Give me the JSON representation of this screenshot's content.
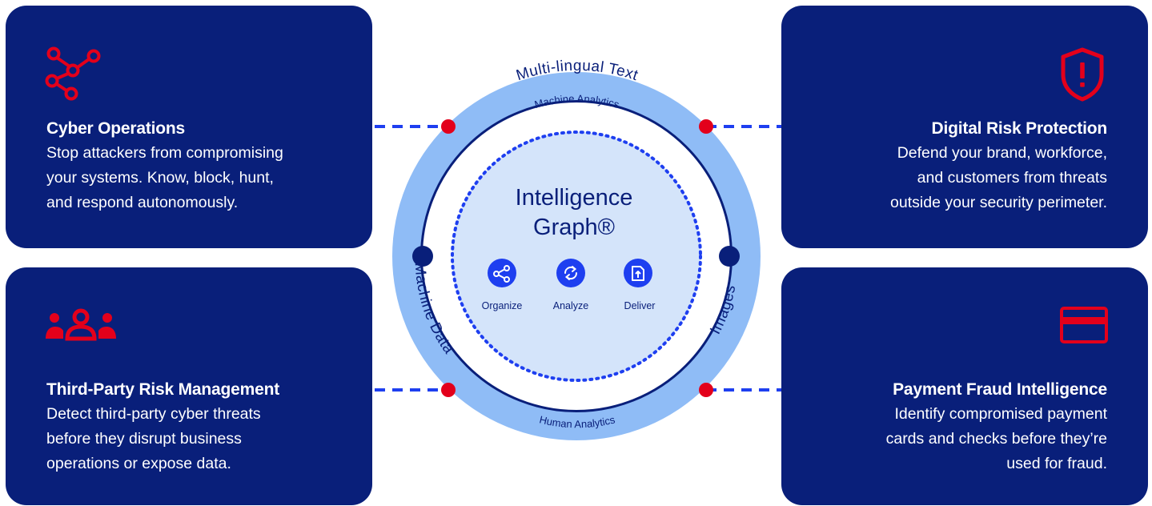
{
  "colors": {
    "card_bg": "#091f7a",
    "accent_red": "#e3001b",
    "outer_ring": "#8fbcf6",
    "inner_ring": "#d4e4fa",
    "navy": "#091f7a",
    "dash_blue": "#1e3ff0"
  },
  "cards": {
    "top_left": {
      "icon": "network-nodes-icon",
      "title": "Cyber Operations",
      "lines": [
        "Stop attackers from compromising",
        "your systems. Know, block, hunt,",
        "and respond autonomously."
      ]
    },
    "top_right": {
      "icon": "shield-alert-icon",
      "title": "Digital Risk Protection",
      "lines": [
        "Defend your brand, workforce,",
        "and customers from threats",
        "outside your security perimeter."
      ]
    },
    "bottom_left": {
      "icon": "people-group-icon",
      "title": "Third-Party Risk Management",
      "lines": [
        "Detect third-party cyber threats",
        "before they disrupt business",
        "operations or expose data."
      ]
    },
    "bottom_right": {
      "icon": "credit-card-icon",
      "title": "Payment Fraud Intelligence",
      "lines": [
        "Identify compromised payment",
        "cards and checks before they’re",
        "used for fraud."
      ]
    }
  },
  "ring": {
    "outer_top": "Multi-lingual Text",
    "outer_left": "Machine Data",
    "outer_right": "Images",
    "inner_top": "Machine Analytics",
    "inner_bottom": "Human Analytics"
  },
  "center": {
    "title_line1": "Intelligence",
    "title_line2": "Graph®",
    "actions": [
      {
        "label": "Organize",
        "icon": "share-nodes-icon"
      },
      {
        "label": "Analyze",
        "icon": "refresh-cycle-icon"
      },
      {
        "label": "Deliver",
        "icon": "upload-file-icon"
      }
    ]
  }
}
